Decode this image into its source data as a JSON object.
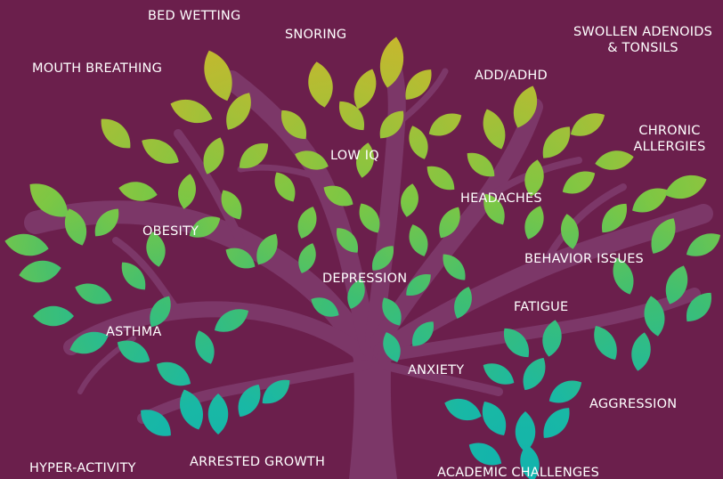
{
  "colors": {
    "background": "#6b1f4c",
    "trunk": "#7c3768",
    "leaf_top": "#d4b32a",
    "leaf_mid": "#7cc744",
    "leaf_bottom": "#19b8a5",
    "label_text": "#ffffff"
  },
  "labels": {
    "bed_wetting": "BED WETTING",
    "snoring": "SNORING",
    "swollen_adenoids_line1": "SWOLLEN ADENOIDS",
    "swollen_adenoids_line2": "& TONSILS",
    "mouth_breathing": "MOUTH BREATHING",
    "add_adhd": "ADD/ADHD",
    "chronic_allergies_line1": "CHRONIC",
    "chronic_allergies_line2": "ALLERGIES",
    "low_iq": "LOW IQ",
    "headaches": "HEADACHES",
    "obesity": "OBESITY",
    "behavior_issues": "BEHAVIOR ISSUES",
    "depression": "DEPRESSION",
    "fatigue": "FATIGUE",
    "asthma": "ASTHMA",
    "anxiety": "ANXIETY",
    "aggression": "AGGRESSION",
    "hyper_activity": "HYPER-ACTIVITY",
    "arrested_growth": "ARRESTED GROWTH",
    "academic_challenges": "ACADEMIC CHALLENGES"
  }
}
